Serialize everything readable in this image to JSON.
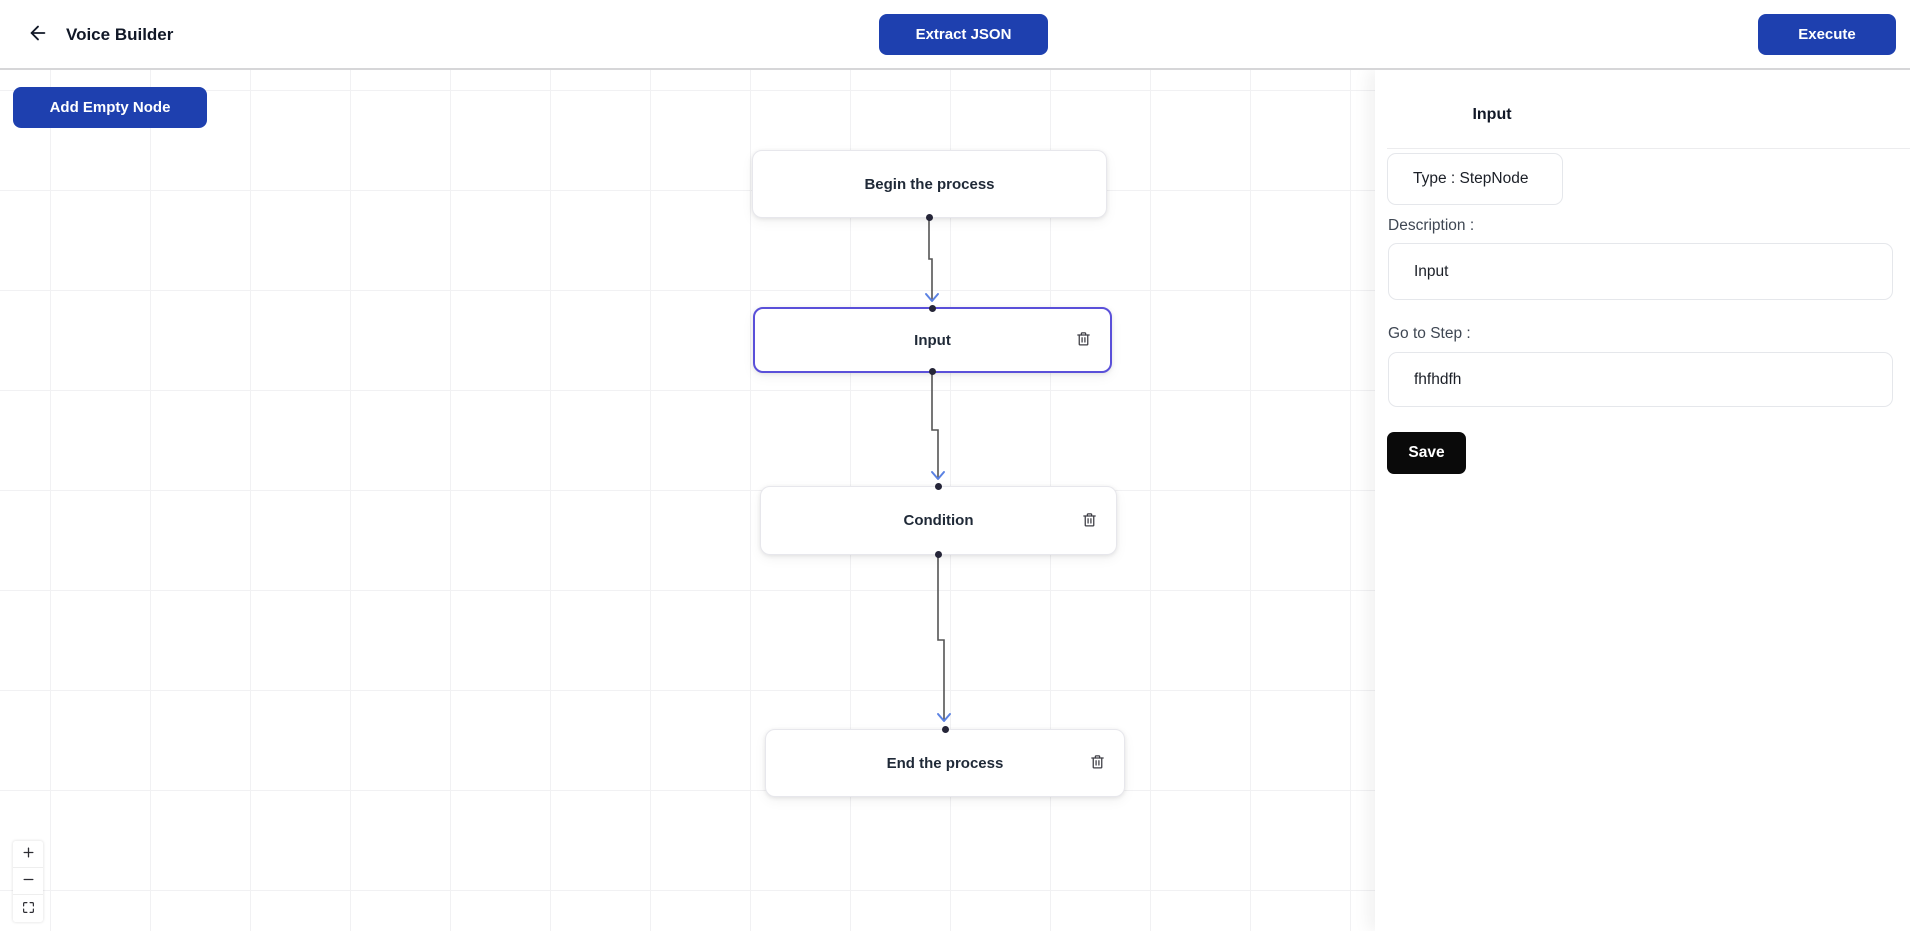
{
  "header": {
    "title": "Voice Builder",
    "extract_json_button": "Extract JSON",
    "execute_button": "Execute"
  },
  "canvas": {
    "add_empty_node_button": "Add Empty Node",
    "nodes": [
      {
        "label": "Begin the process",
        "selected": false,
        "deletable": false
      },
      {
        "label": "Input",
        "selected": true,
        "deletable": true
      },
      {
        "label": "Condition",
        "selected": false,
        "deletable": true
      },
      {
        "label": "End the process",
        "selected": false,
        "deletable": true
      }
    ],
    "edges": [
      {
        "from": "Begin the process",
        "to": "Input"
      },
      {
        "from": "Input",
        "to": "Condition"
      },
      {
        "from": "Condition",
        "to": "End the process"
      }
    ],
    "controls": [
      "zoom-in",
      "zoom-out",
      "fit-view"
    ]
  },
  "panel": {
    "title": "Input",
    "type_text": "Type : StepNode",
    "description_label": "Description :",
    "description_value": "Input",
    "goto_label": "Go to Step :",
    "goto_value": "fhfhdfh",
    "save_button": "Save"
  },
  "colors": {
    "primary_blue": "#1e40af",
    "selected_node_border": "#5a50d9",
    "edge_stroke": "#555555",
    "arrow_blue": "#5b82e3",
    "save_button_bg": "#0a0a0a"
  }
}
